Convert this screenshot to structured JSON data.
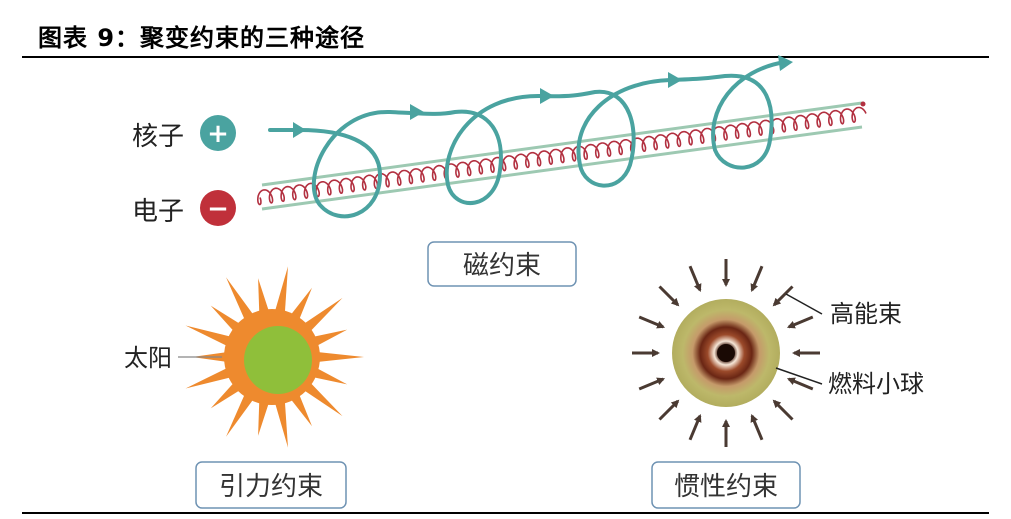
{
  "title": "图表 9：聚变约束的三种途径",
  "magnetic": {
    "nucleus_label": "核子",
    "nucleus_sign": "+",
    "electron_label": "电子",
    "electron_sign": "−",
    "box_label": "磁约束"
  },
  "gravitational": {
    "sun_label": "太阳",
    "box_label": "引力约束"
  },
  "inertial": {
    "beam_label": "高能束",
    "pellet_label": "燃料小球",
    "box_label": "惯性约束"
  },
  "colors": {
    "teal": "#4aa3a0",
    "red": "#c0303a",
    "sun_orange": "#ee8a2e",
    "sun_green": "#8fbf3a",
    "pellet_olive": "#bdb86a",
    "box_border": "#6f93b3"
  }
}
